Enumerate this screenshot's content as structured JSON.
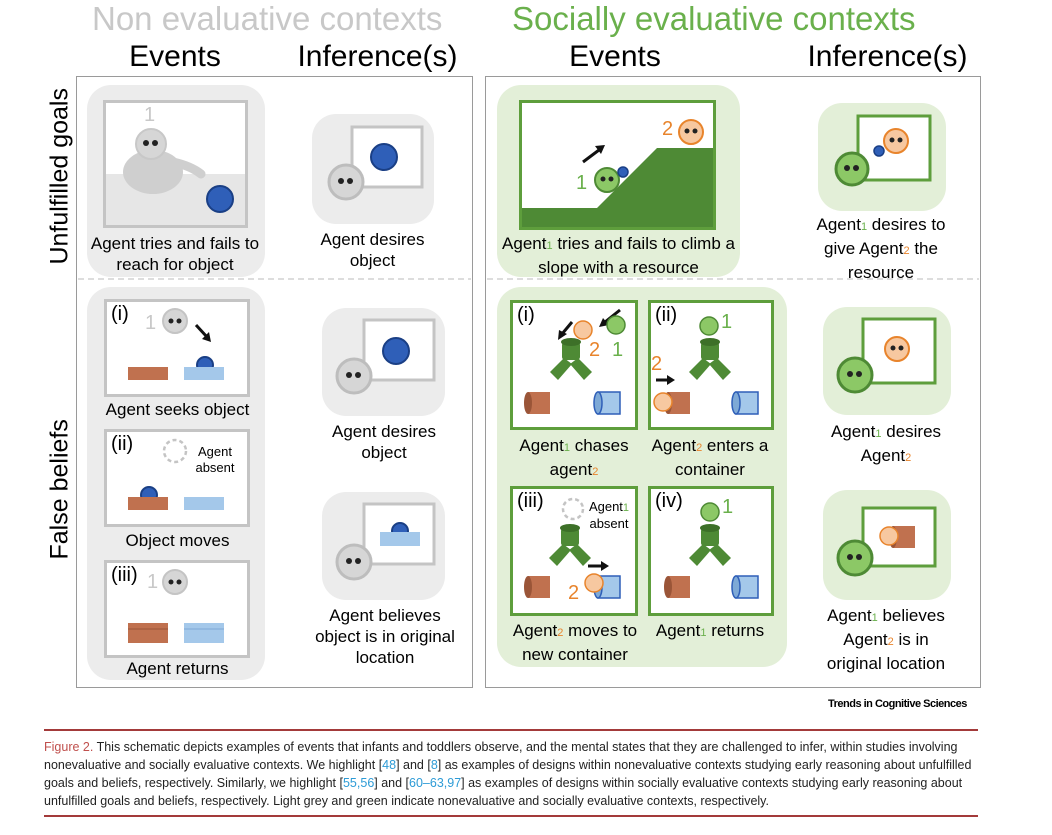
{
  "headers": {
    "non_evaluative": "Non evaluative contexts",
    "socially_evaluative": "Socially evaluative contexts",
    "events_left": "Events",
    "inference_left": "Inference(s)",
    "events_right": "Events",
    "inference_right": "Inference(s)"
  },
  "row_labels": {
    "unfulfilled_goals": "Unfulfilled goals",
    "false_beliefs": "False beliefs"
  },
  "captions": {
    "ne_goal_event": "Agent tries and fails to reach for object",
    "ne_goal_inference": "Agent desires object",
    "ne_fb_i": "Agent seeks object",
    "ne_fb_ii": "Object moves",
    "ne_fb_iii": "Agent returns",
    "ne_fb_inf1": "Agent desires object",
    "ne_fb_inf2": "Agent believes object is in original location",
    "se_goal_event_a": "Agent",
    "se_goal_event_b": "tries and fails to climb a slope with a resource",
    "se_goal_inf_a": "Agent",
    "se_goal_inf_b": "desires to give Agent",
    "se_goal_inf_c": "the resource",
    "se_fb_i_a": "Agent",
    "se_fb_i_b": "chases agent",
    "se_fb_ii_a": "Agent",
    "se_fb_ii_b": "enters a container",
    "se_fb_iii_a": "Agent",
    "se_fb_iii_b": "moves to new container",
    "se_fb_iv_a": "Agent",
    "se_fb_iv_b": "returns",
    "se_fb_inf1_a": "Agent",
    "se_fb_inf1_b": "desires Agent",
    "se_fb_inf2_a": "Agent",
    "se_fb_inf2_b": "believes Agent",
    "se_fb_inf2_c": "is in original location"
  },
  "subscripts": {
    "one": "1",
    "two": "2"
  },
  "panel_labels": {
    "i": "(i)",
    "ii": "(ii)",
    "iii": "(iii)",
    "iv": "(iv)"
  },
  "agent_numbers": {
    "one": "1",
    "two": "2"
  },
  "agent_absent": "Agent absent",
  "agent_absent_a": "Agent",
  "agent_absent_b": "absent",
  "source": "Trends in Cognitive Sciences",
  "figure_caption": {
    "label": "Figure 2.",
    "t1": " This schematic depicts examples of events that infants and toddlers observe, and the mental states that they are challenged to infer, within studies involving nonevaluative and socially evaluative contexts. We highlight [",
    "r1": "48",
    "t2": "] and [",
    "r2": "8",
    "t3": "] as examples of designs within nonevaluative contexts studying early reasoning about unfulfilled goals and beliefs, respectively. Similarly, we highlight [",
    "r3": "55,56",
    "t4": "] and [",
    "r4": "60–63,97",
    "t5": "] as examples of designs within socially evaluative contexts studying early reasoning about unfulfilled goals and beliefs, respectively. Light grey and green indicate nonevaluative and socially evaluative contexts, respectively."
  },
  "colors": {
    "grey_bg": "#ececec",
    "green_bg": "#e3efd8",
    "green_dark": "#4e8a35",
    "green_light": "#8cc866",
    "orange": "#e8842c",
    "blue": "#2f5fb8",
    "brown": "#c0714f",
    "light_blue": "#a4c8ea"
  }
}
